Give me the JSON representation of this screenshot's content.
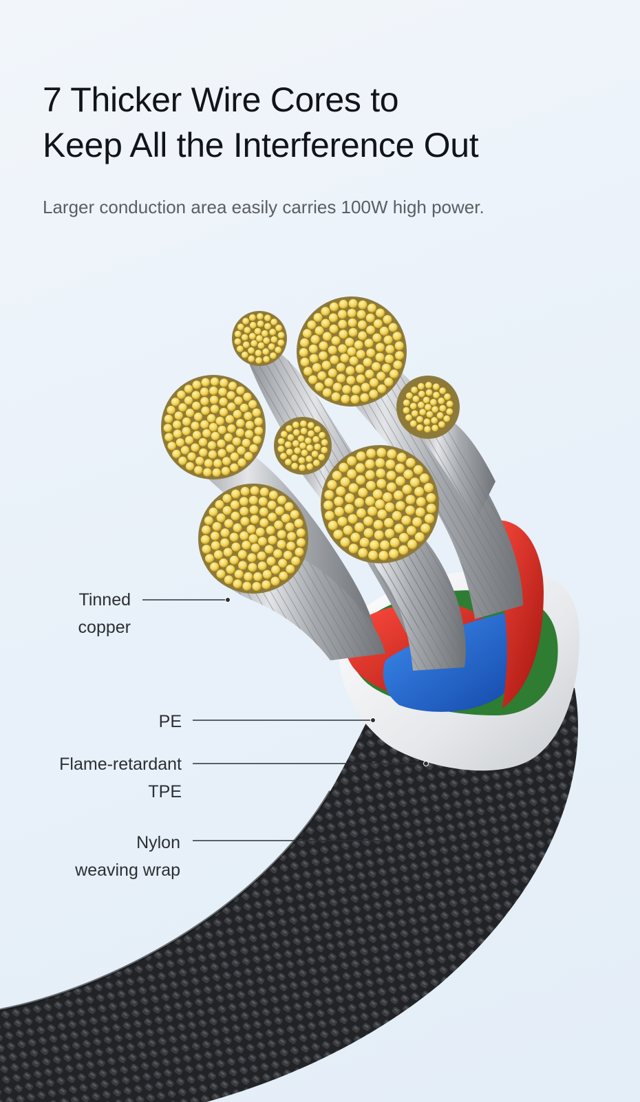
{
  "header": {
    "title_line1": "7 Thicker Wire Cores to",
    "title_line2": "Keep All the Interference Out",
    "subtitle": "Larger conduction area easily carries 100W high power."
  },
  "callouts": {
    "tinned_copper": {
      "line1": "Tinned",
      "line2": "copper"
    },
    "pe": {
      "line1": "PE"
    },
    "tpe": {
      "line1": "Flame-retardant",
      "line2": "TPE"
    },
    "nylon": {
      "line1": "Nylon",
      "line2": "weaving wrap"
    }
  },
  "colors": {
    "copper_tin": "#f0d35a",
    "strand_silver": "#b9bcc0",
    "pe_red": "#d8241c",
    "pe_blue": "#1f6fd6",
    "pe_green": "#2f7d32",
    "tpe_white": "#f4f5f6",
    "nylon_black": "#1f2022",
    "leader_line": "#2b2f33"
  }
}
